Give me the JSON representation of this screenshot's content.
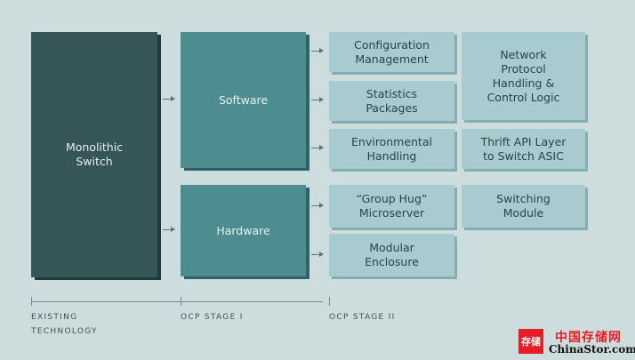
{
  "blocks": {
    "existing": "Monolithic\nSwitch",
    "software": "Software",
    "hardware": "Hardware",
    "config": "Configuration\nManagement",
    "stats": "Statistics\nPackages",
    "env": "Environmental\nHandling",
    "grouphug": "“Group Hug”\nMicroserver",
    "modular": "Modular\nEnclosure",
    "network": "Network\nProtocol\nHandling &\nControl Logic",
    "thrift": "Thrift API Layer\nto Switch ASIC",
    "switching": "Switching\nModule"
  },
  "stages": {
    "existing": "EXISTING\nTECHNOLOGY",
    "stage1": "OCP STAGE I",
    "stage2": "OCP STAGE II"
  },
  "watermark": {
    "icon_text": "存储",
    "cn_text": "中国存储网",
    "en_text": "ChinaStor.com"
  },
  "colors": {
    "background": "#cddcdc",
    "dark": "#365558",
    "mid": "#4d8c8f",
    "light": "#a7cbcf"
  }
}
